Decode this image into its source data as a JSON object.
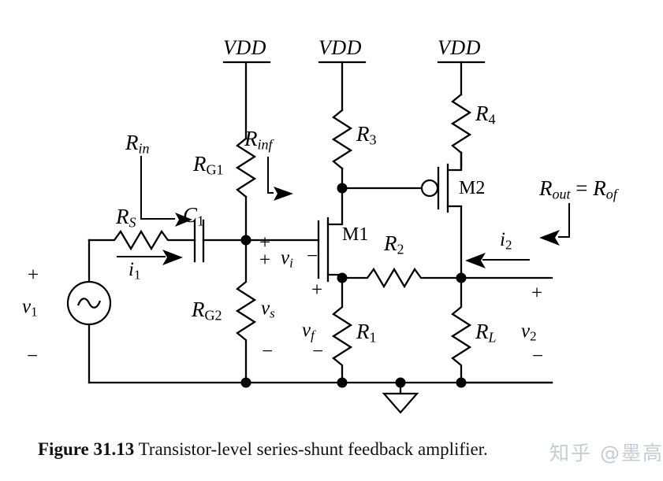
{
  "figure": {
    "caption_label": "Figure 31.13",
    "caption_text": " Transistor-level series-shunt feedback amplifier.",
    "watermark": "知乎 @墨高"
  },
  "supplies": [
    {
      "id": "vdd-1",
      "label": "VDD"
    },
    {
      "id": "vdd-2",
      "label": "VDD"
    },
    {
      "id": "vdd-3",
      "label": "VDD"
    }
  ],
  "components": {
    "rs": {
      "label": "R",
      "sub": "S"
    },
    "c1": {
      "label": "C",
      "sub": "1"
    },
    "rg1": {
      "label": "R",
      "sub": "G1"
    },
    "rg2": {
      "label": "R",
      "sub": "G2"
    },
    "r3": {
      "label": "R",
      "sub": "3"
    },
    "r4": {
      "label": "R",
      "sub": "4"
    },
    "r2": {
      "label": "R",
      "sub": "2"
    },
    "r1": {
      "label": "R",
      "sub": "1"
    },
    "rl": {
      "label": "R",
      "sub": "L"
    },
    "m1": {
      "label": "M1"
    },
    "m2": {
      "label": "M2"
    }
  },
  "annotations": {
    "rin": {
      "label": "R",
      "sub": "in"
    },
    "rinf": {
      "label": "R",
      "sub": "inf"
    },
    "rout": {
      "label": "R",
      "sub": "out",
      "equals": " = ",
      "label2": "R",
      "sub2": "of"
    },
    "i1": {
      "label": "i",
      "sub": "1"
    },
    "i2": {
      "label": "i",
      "sub": "2"
    },
    "v1": {
      "label": "v",
      "sub": "1"
    },
    "v2": {
      "label": "v",
      "sub": "2"
    },
    "vi": {
      "label": "v",
      "sub": "i"
    },
    "vs": {
      "label": "v",
      "sub": "s"
    },
    "vf": {
      "label": "v",
      "sub": "f"
    }
  },
  "polarity_marks": {
    "plus": "+",
    "minus": "−"
  },
  "colors": {
    "wire": "#000000",
    "background": "#ffffff",
    "watermark": "#96a0af"
  }
}
